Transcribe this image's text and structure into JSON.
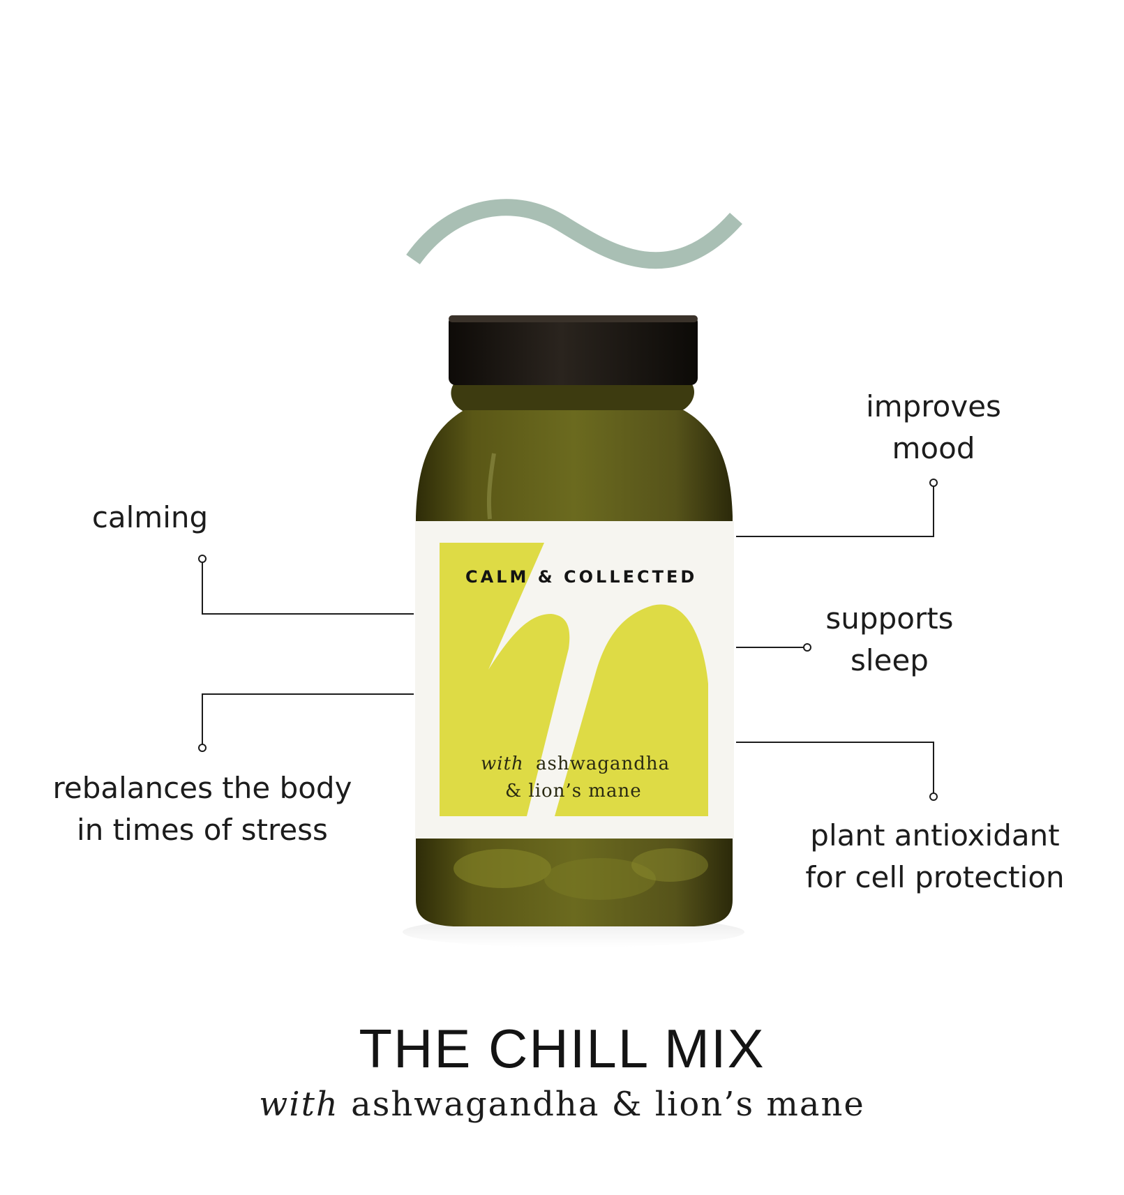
{
  "callouts": {
    "improves_mood": [
      "improves",
      "mood"
    ],
    "calming": [
      "calming"
    ],
    "supports_sleep": [
      "supports",
      "sleep"
    ],
    "rebalances": [
      "rebalances the body",
      "in times of stress"
    ],
    "antioxidant": [
      "plant antioxidant",
      "for cell protection"
    ]
  },
  "label": {
    "brand": "CALM & COLLECTED",
    "with_word": "with",
    "ingredient_line1": "ashwagandha",
    "ingredient_line2": "& lion’s mane"
  },
  "product": {
    "title": "THE CHILL MIX",
    "subtitle_with": "with",
    "subtitle_rest": "ashwagandha & lion’s mane"
  },
  "colors": {
    "wave": "#a9bfb4",
    "glass": "#4c4a16",
    "cap": "#1a1612",
    "label_bg": "#f6f5f0",
    "label_accent": "#dedb45",
    "leader_lines": "#1c1c1c"
  },
  "icons": {
    "wave": "wave-icon",
    "label_mark": "letter-h-mark-icon"
  }
}
